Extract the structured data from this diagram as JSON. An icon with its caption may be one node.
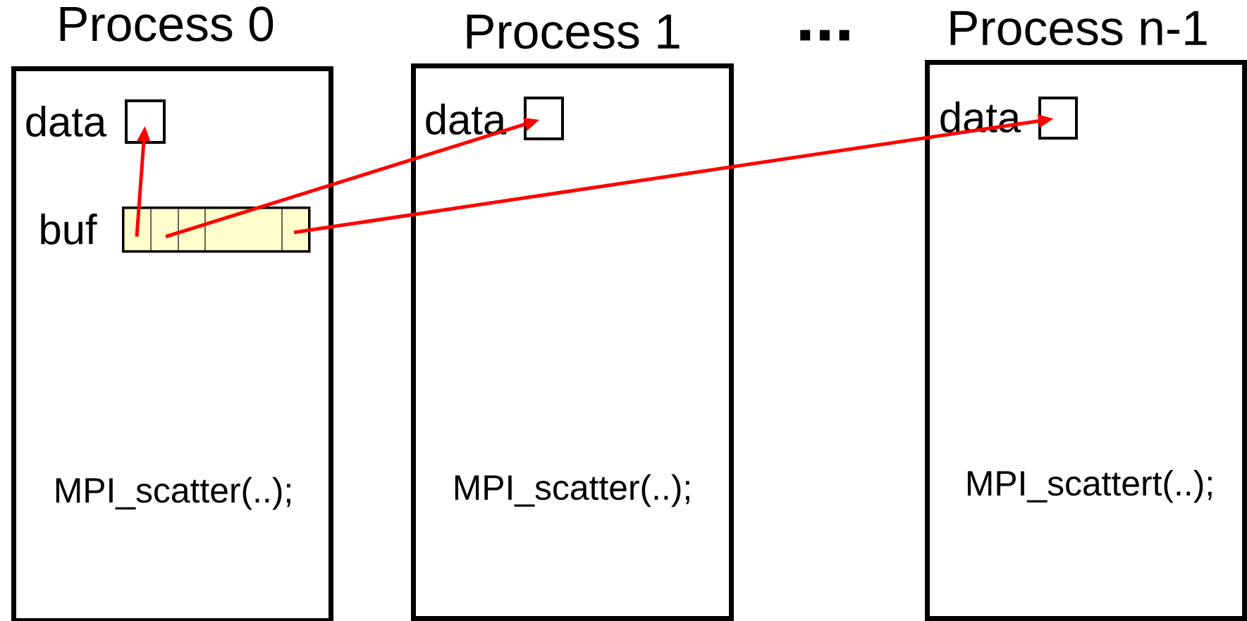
{
  "diagram": {
    "nodes": [
      {
        "text": [
          "Process 0",
          "MPI_scatter(..);"
        ]
      },
      {
        "text": [],
        "shape": "box",
        "in": 0,
        "beside": [
          "data"
        ]
      },
      {
        "text": [],
        "shape": "bar",
        "in": 0,
        "beside": [
          "buf"
        ]
      },
      {
        "text": [
          "Process 1",
          "MPI_scatter(..);"
        ]
      },
      {
        "text": [],
        "shape": "box",
        "in": 3,
        "beside": [
          "data"
        ]
      },
      {
        "text": [
          "Process n-1",
          "MPI_scattert(..);"
        ]
      },
      {
        "text": [],
        "shape": "box",
        "in": 5,
        "beside": [
          "data"
        ]
      }
    ],
    "edges": [
      {
        "from": 2,
        "to": 1,
        "arrow": "to"
      },
      {
        "from": 2,
        "to": 4,
        "arrow": "to"
      },
      {
        "from": 2,
        "to": 6,
        "arrow": "to"
      }
    ],
    "labels": [
      "..."
    ]
  }
}
